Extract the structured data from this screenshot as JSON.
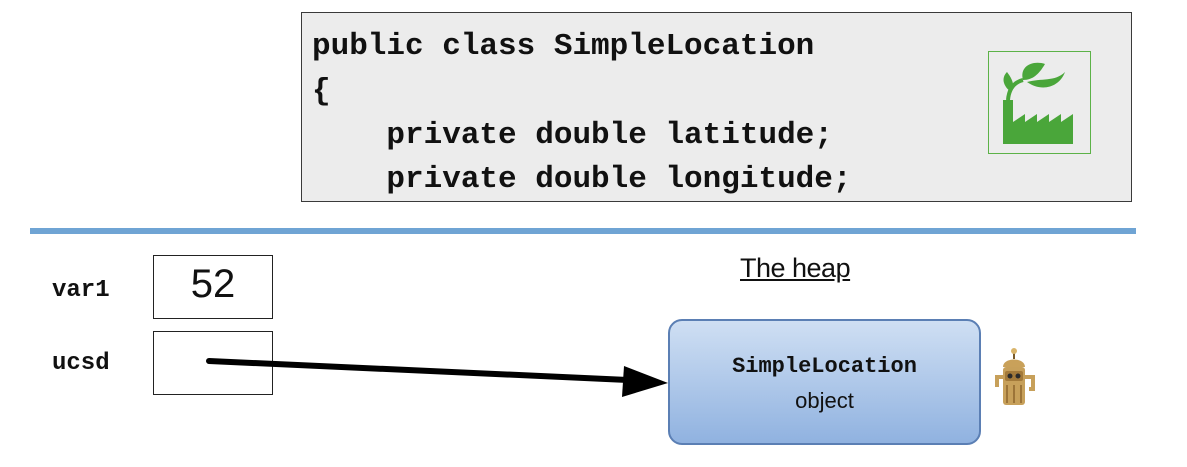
{
  "code": {
    "lines": [
      "public class SimpleLocation",
      "{",
      "    private double latitude;",
      "    private double longitude;"
    ],
    "icon": "factory-leaf-icon",
    "icon_color": "#5cb247"
  },
  "divider_color": "#6fa4d4",
  "variables": [
    {
      "name": "var1",
      "value": "52"
    },
    {
      "name": "ucsd",
      "value": ""
    }
  ],
  "heap": {
    "title": "The heap",
    "object_class": "SimpleLocation",
    "object_label": "object",
    "mascot_icon": "robot-mascot-icon"
  }
}
